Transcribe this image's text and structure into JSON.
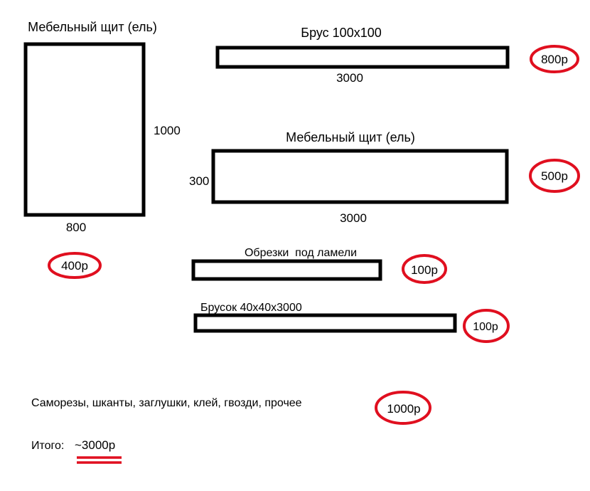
{
  "colors": {
    "accent": "#e00f1f",
    "ink": "#000000",
    "background": "#ffffff"
  },
  "panel_800": {
    "title": "Мебельный щит (ель)",
    "height": "1000",
    "width": "800",
    "price": "400р"
  },
  "beam": {
    "title": "Брус 100х100",
    "length": "3000",
    "price": "800р"
  },
  "panel_300": {
    "title": "Мебельный щит (ель)",
    "height": "300",
    "length": "3000",
    "price": "500р"
  },
  "scraps": {
    "title": "Обрезки  под ламели",
    "price": "100р"
  },
  "bar": {
    "title": "Брусок 40х40х3000",
    "price": "100р"
  },
  "hardware": {
    "label": "Саморезы, шканты, заглушки, клей, гвозди, прочее",
    "price": "1000р"
  },
  "total": {
    "label": "Итого:",
    "value": "~3000р"
  }
}
